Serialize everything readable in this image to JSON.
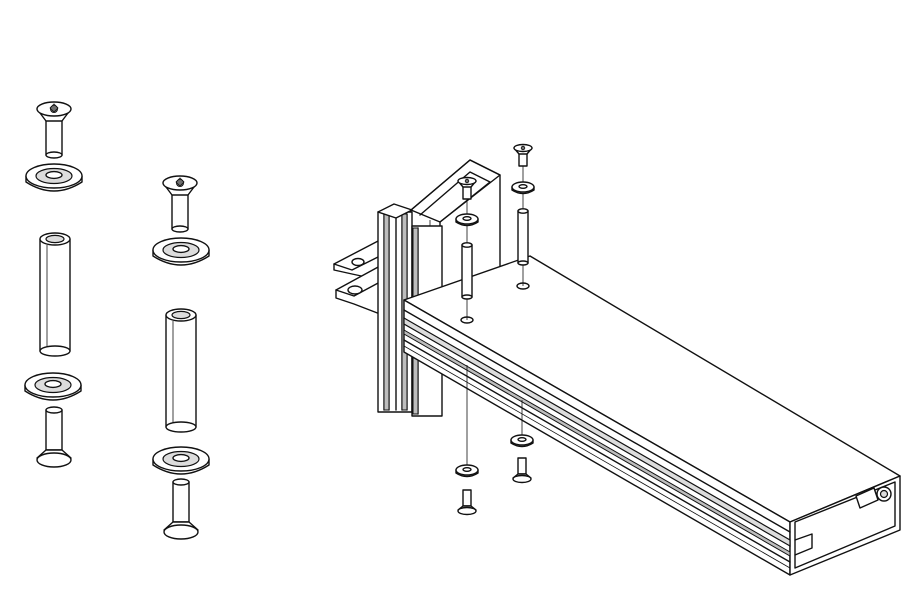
{
  "figure": {
    "title": "",
    "parts": [
      {
        "name": "countersunk-screw",
        "count": 2
      },
      {
        "name": "cup-washer",
        "count": 2
      },
      {
        "name": "spacer-tube",
        "count": 2
      },
      {
        "name": "profile-assembly",
        "count": 1
      }
    ],
    "colors": {
      "line": "#111111",
      "background": "#ffffff",
      "shade_light": "#dcdcdc",
      "shade_mid": "#bdbdbd",
      "shade_dark": "#6f6f6f"
    }
  }
}
